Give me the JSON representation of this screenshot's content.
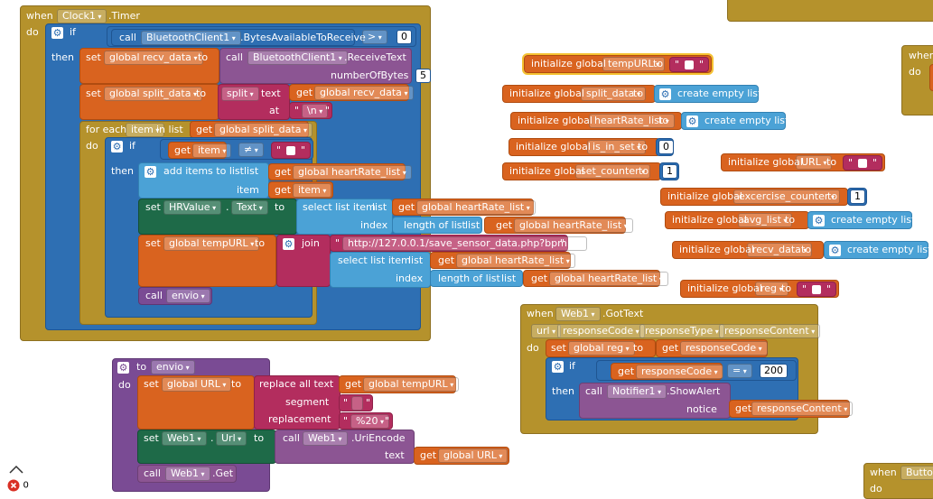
{
  "ui": {
    "up_icon": "caret-up-icon",
    "error_icon": "error-circle-icon",
    "error_count": "0"
  },
  "timer": {
    "when": "when",
    "comp": "Clock1",
    "event": ".Timer",
    "do": "do",
    "if": "if",
    "call": "call",
    "bt": "BluetoothClient1",
    "bytes": ".BytesAvailableToReceive",
    "op": ">",
    "zero": "0",
    "then": "then",
    "set_recv": "set",
    "recv_var": "global recv_data",
    "to": "to",
    "recv_call": "call",
    "recv_bt": "BluetoothClient1",
    "recv_method": ".ReceiveText",
    "numbytes": "numberOfBytes",
    "five": "5",
    "set_split": "set",
    "split_var": "global split_data",
    "split_to": "to",
    "split": "split",
    "text": "text",
    "get": "get",
    "get_recv": "global recv_data",
    "at": "at",
    "nl": "\\n",
    "foreach": "for each",
    "item": "item",
    "inlist": "in list",
    "get2": "get",
    "get_split": "global split_data",
    "do2": "do",
    "if2": "if",
    "get_item": "get",
    "item2": "item",
    "neq": "≠",
    "then2": "then",
    "additems": "add items to list",
    "list": "list",
    "get3": "get",
    "hr_list": "global heartRate_list",
    "item_lbl": "item",
    "get4": "get",
    "item3": "item",
    "set_hr": "set",
    "hrvalue": "HRValue",
    "dot": ".",
    "text_prop": "Text",
    "to3": "to",
    "select": "select list item",
    "list2": "list",
    "get5": "get",
    "hr_list2": "global heartRate_list",
    "index": "index",
    "length": "length of list",
    "list3": "list",
    "get6": "get",
    "hr_list3": "global heartRate_list",
    "set_temp": "set",
    "temp_var": "global tempURL",
    "to4": "to",
    "join": "join",
    "url_str": "http://127.0.0.1/save_sensor_data.php?bpm=",
    "select2": "select list item",
    "list4": "list",
    "get7": "get",
    "hr_list4": "global heartRate_list",
    "index2": "index",
    "length2": "length of list",
    "list5": "list",
    "get8": "get",
    "hr_list5": "global heartRate_list",
    "call_envio": "call",
    "envio": "envio"
  },
  "globals": {
    "init": "initialize global",
    "to": "to",
    "tempURL": "tempURL",
    "split_data": "split_data",
    "heartRate_list": "heartRate_list",
    "is_in_set": "is_in_set",
    "set_counter": "set_counter",
    "URL": "URL",
    "excercise_counter": "excercise_counter",
    "avg_list": "avg_list",
    "recv_data": "recv_data",
    "reg": "reg",
    "empty_list": "create empty list",
    "zero": "0",
    "one": "1",
    "one2": "1"
  },
  "gottext": {
    "when": "when",
    "comp": "Web1",
    "event": ".GotText",
    "p1": "url",
    "p2": "responseCode",
    "p3": "responseType",
    "p4": "responseContent",
    "do": "do",
    "set": "set",
    "reg": "global reg",
    "to": "to",
    "get": "get",
    "rc": "responseCode",
    "if": "if",
    "get2": "get",
    "rc2": "responseCode",
    "eq": "=",
    "n200": "200",
    "then": "then",
    "call": "call",
    "notifier": "Notifier1",
    "show": ".ShowAlert",
    "notice": "notice",
    "get3": "get",
    "content": "responseContent"
  },
  "envio": {
    "to": "to",
    "name": "envio",
    "do": "do",
    "set": "set",
    "url": "global URL",
    "to2": "to",
    "replace": "replace all text",
    "get": "get",
    "temp": "global tempURL",
    "segment": "segment",
    "replacement": "replacement",
    "pct": "%20",
    "set2": "set",
    "web": "Web1",
    "dot": ".",
    "urlprop": "Url",
    "to3": "to",
    "call": "call",
    "web2": "Web1",
    "encode": ".UriEncode",
    "text": "text",
    "get2": "get",
    "url2": "global URL",
    "call2": "call",
    "web3": "Web1",
    "getm": ".Get"
  },
  "edges": {
    "when1": "when",
    "do1": "do",
    "when2": "when",
    "button": "Button",
    "do2": "do"
  }
}
